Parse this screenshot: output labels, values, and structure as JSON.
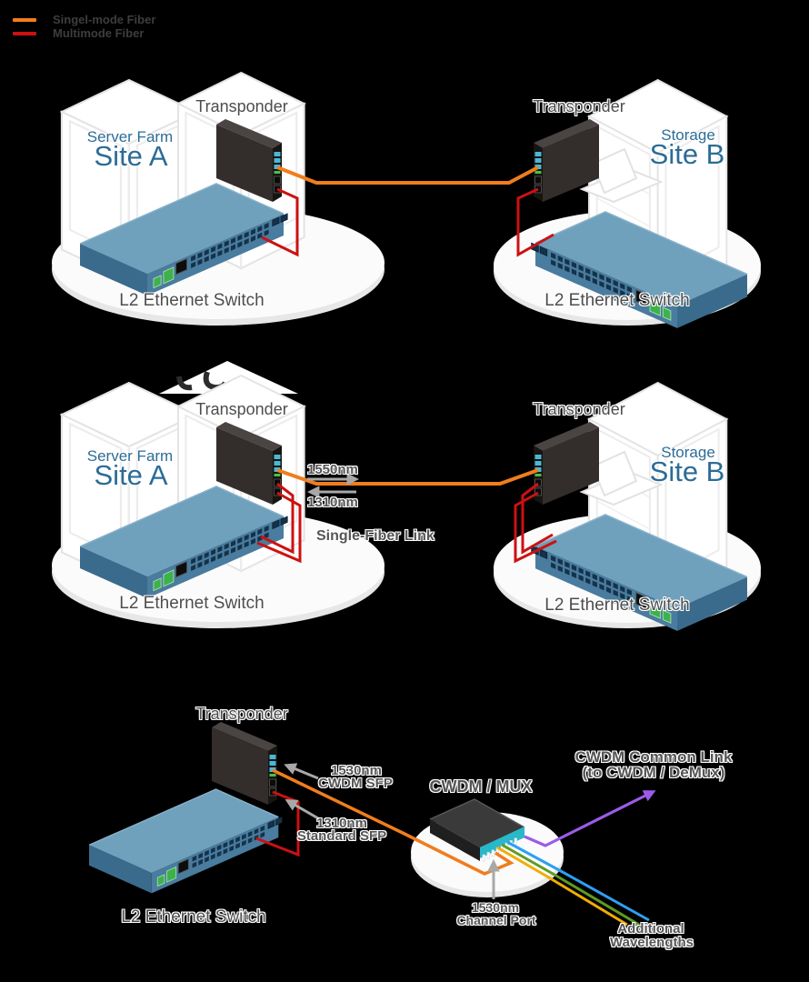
{
  "legend": {
    "items": [
      {
        "label": "Singel-mode Fiber",
        "color": "#F07D1E"
      },
      {
        "label": "Multimode Fiber",
        "color": "#CC1111"
      }
    ]
  },
  "colors": {
    "background": "#000000",
    "single_mode_fiber": "#F07D1E",
    "multimode_fiber": "#CC1111",
    "cwdm_common_link": "#9A5CE8",
    "wavelength_cyan": "#2E9FF2",
    "wavelength_green": "#5F9C1F",
    "wavelength_yellow": "#F0AD00",
    "site_text": "#2C6C96",
    "label_text": "#4D4D4D",
    "switch_body": "#497C9E",
    "mux_port_strip": "#29B7CA"
  },
  "diagram_dual_fiber": {
    "site_a": {
      "facility": "Server Farm",
      "site": "Site A",
      "transponder": "Transponder",
      "switch": "L2 Ethernet Switch"
    },
    "site_b": {
      "facility": "Storage",
      "site": "Site B",
      "transponder": "Transponder",
      "switch": "L2 Ethernet Switch"
    }
  },
  "diagram_single_fiber": {
    "site_a": {
      "facility": "Server Farm",
      "site": "Site A",
      "transponder": "Transponder",
      "switch": "L2 Ethernet Switch"
    },
    "site_b": {
      "facility": "Storage",
      "site": "Site B",
      "transponder": "Transponder",
      "switch": "L2 Ethernet Switch"
    },
    "forward_wavelength": "1550nm",
    "return_wavelength": "1310nm",
    "link_label": "Single-Fiber Link"
  },
  "diagram_cwdm": {
    "transponder": "Transponder",
    "switch": "L2 Ethernet Switch",
    "mux": "CWDM / MUX",
    "cwdm_sfp": {
      "line1": "1530nm",
      "line2": "CWDM SFP"
    },
    "standard_sfp": {
      "line1": "1310nm",
      "line2": "Standard SFP"
    },
    "common_link": {
      "line1": "CWDM Common Link",
      "line2": "(to CWDM / DeMux)"
    },
    "channel_port": {
      "line1": "1530nm",
      "line2": "Channel Port"
    },
    "additional": {
      "line1": "Additional",
      "line2": "Wavelengths"
    }
  }
}
